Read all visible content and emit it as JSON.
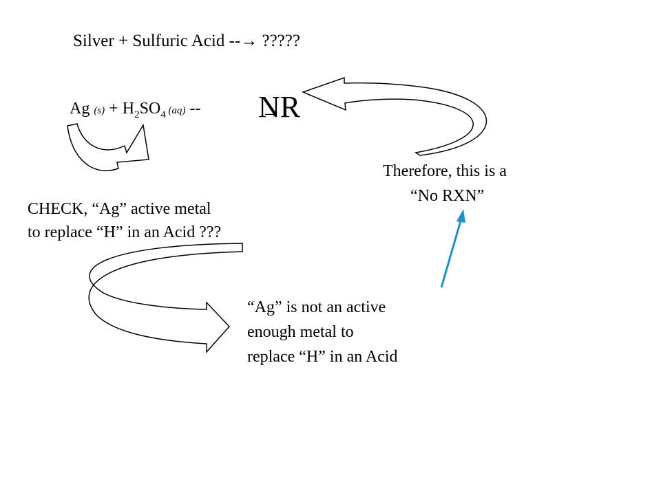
{
  "title": {
    "part1": "Silver + Sulfuric Acid --",
    "arrow": "→",
    "part2": " ?????"
  },
  "equation": {
    "reactant1": "Ag ",
    "state1": "(s)",
    "plus": " +  ",
    "acid_h": "H",
    "acid_h_sub": "2",
    "acid_so": "SO",
    "acid_so_sub": "4",
    "state2": " (aq)",
    "dash": " --",
    "nr_letters": "NR",
    "nr_arrow": "→"
  },
  "check_text": {
    "line1": "CHECK, “Ag” active metal",
    "line2": "to replace “H” in an Acid ???"
  },
  "therefore_text": {
    "line1": "Therefore, this is a",
    "line2": "“No RXN”"
  },
  "not_active_text": {
    "line1": "“Ag” is not an active",
    "line2": "enough metal to",
    "line3": "replace “H” in an Acid"
  },
  "colors": {
    "text": "#000000",
    "curved_arrows": "#000000",
    "straight_arrow": "#1e90c8",
    "background": "#ffffff"
  }
}
